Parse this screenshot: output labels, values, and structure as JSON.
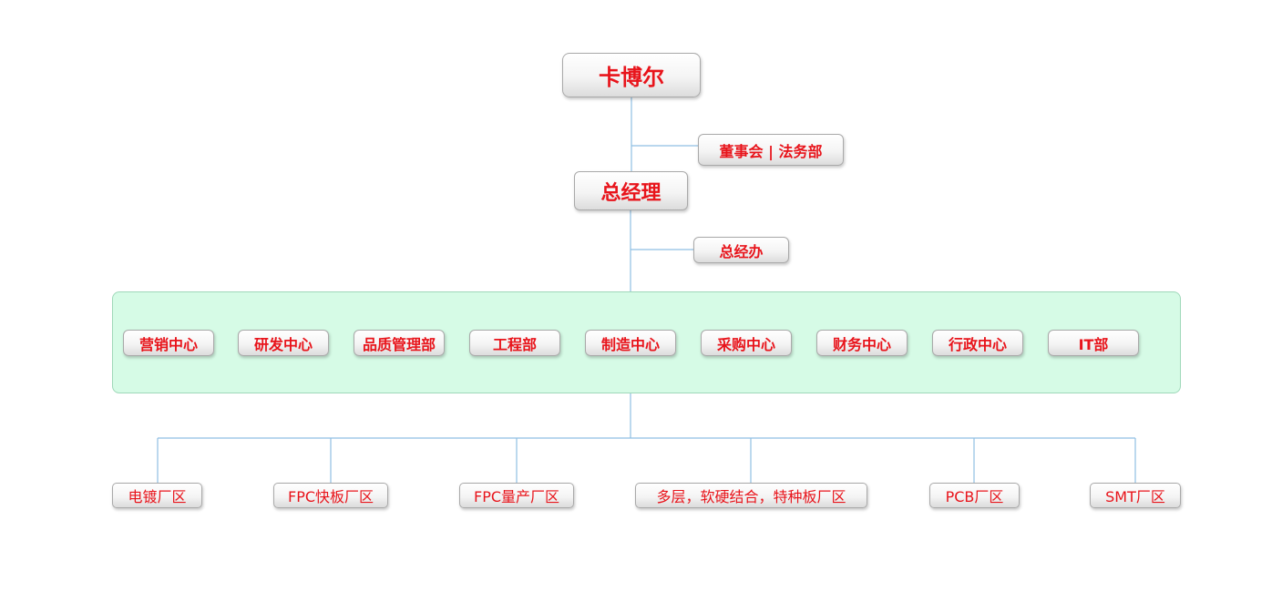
{
  "chart": {
    "top": "卡博尔",
    "board": "董事会 | 法务部",
    "gm": "总经理",
    "gm_office": "总经办",
    "departments": [
      "营销中心",
      "研发中心",
      "品质管理部",
      "工程部",
      "制造中心",
      "采购中心",
      "财务中心",
      "行政中心",
      "IT部"
    ],
    "plants": [
      "电镀厂区",
      "FPC快板厂区",
      "FPC量产厂区",
      "多层，软硬结合，特种板厂区",
      "PCB厂区",
      "SMT厂区"
    ]
  },
  "colors": {
    "text": "#e8141b",
    "connector": "#8fbfe3",
    "group_fill": "#d6fbe6",
    "node_border": "#a9a9a9"
  }
}
